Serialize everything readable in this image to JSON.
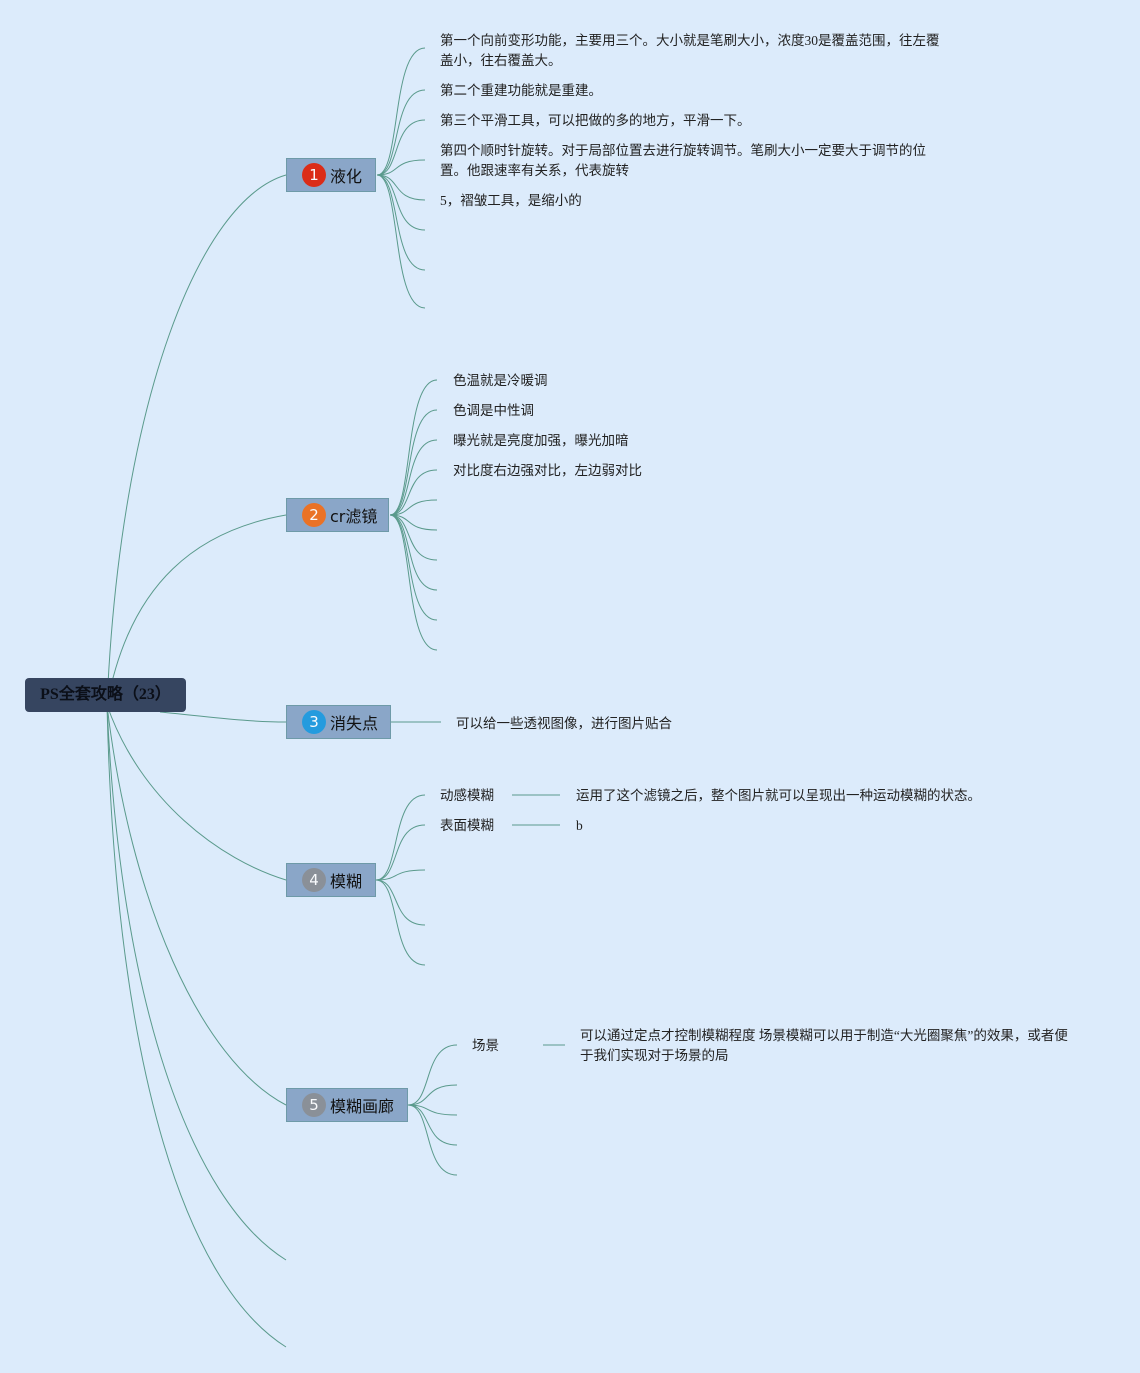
{
  "root": {
    "label": "PS全套攻略（23）"
  },
  "branches": [
    {
      "num": "1",
      "label": "液化",
      "badge_color": "#e0260e",
      "children": [
        "第一个向前变形功能，主要用三个。大小就是笔刷大小，浓度30是覆盖范围，往左覆盖小，往右覆盖大。",
        "第二个重建功能就是重建。",
        "第三个平滑工具，可以把做的多的地方，平滑一下。",
        "第四个顺时针旋转。对于局部位置去进行旋转调节。笔刷大小一定要大于调节的位置。他跟速率有关系，代表旋转",
        "5，褶皱工具，是缩小的"
      ]
    },
    {
      "num": "2",
      "label": "cr滤镜",
      "badge_color": "#f0701e",
      "children": [
        "色温就是冷暖调",
        "色调是中性调",
        "曝光就是亮度加强，曝光加暗",
        "对比度右边强对比，左边弱对比"
      ]
    },
    {
      "num": "3",
      "label": "消失点",
      "badge_color": "#1f9be0",
      "children": [
        "可以给一些透视图像，进行图片贴合"
      ]
    },
    {
      "num": "4",
      "label": "模糊",
      "badge_color": "#8a8f96",
      "children": [
        {
          "label": "动感模糊",
          "note": "运用了这个滤镜之后，整个图片就可以呈现出一种运动模糊的状态。"
        },
        {
          "label": "表面模糊",
          "note": "b"
        }
      ]
    },
    {
      "num": "5",
      "label": "模糊画廊",
      "badge_color": "#8a8f96",
      "children": [
        {
          "label": "场景",
          "note": "可以通过定点才控制模糊程度 场景模糊可以用于制造“大光圈聚焦”的效果，或者便于我们实现对于场景的局"
        }
      ]
    }
  ],
  "colors": {
    "line": "#5a9a8c",
    "background": "#dcebfb"
  }
}
